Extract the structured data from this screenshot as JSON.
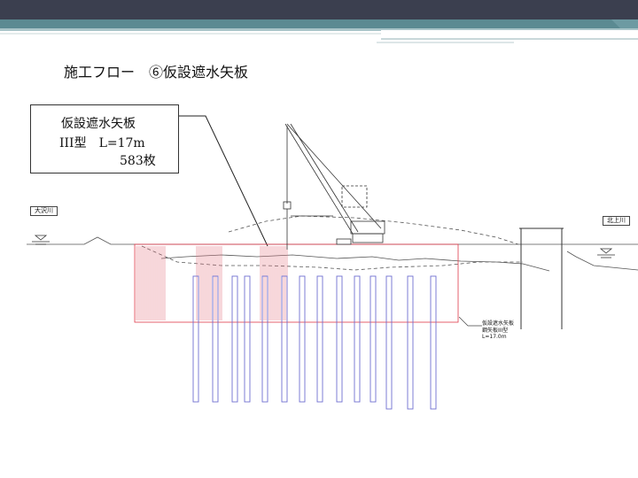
{
  "slide": {
    "title": "施工フロー　⑥仮設遮水矢板",
    "colors": {
      "header_dark": "#3b3f4f",
      "header_teal": "#5b8a92",
      "pile_blue": "#6f6fd0",
      "sheet_red": "#e03a4a"
    }
  },
  "callout": {
    "line1": "仮設遮水矢板",
    "line2": "III型　L=17m",
    "line3": "583枚"
  },
  "labels": {
    "left_river": "大沢川",
    "right_river": "北上川"
  },
  "drawing_note": {
    "line1": "仮設遮水矢板",
    "line2": "鋼矢板III型",
    "line3": "L=17.0m"
  }
}
